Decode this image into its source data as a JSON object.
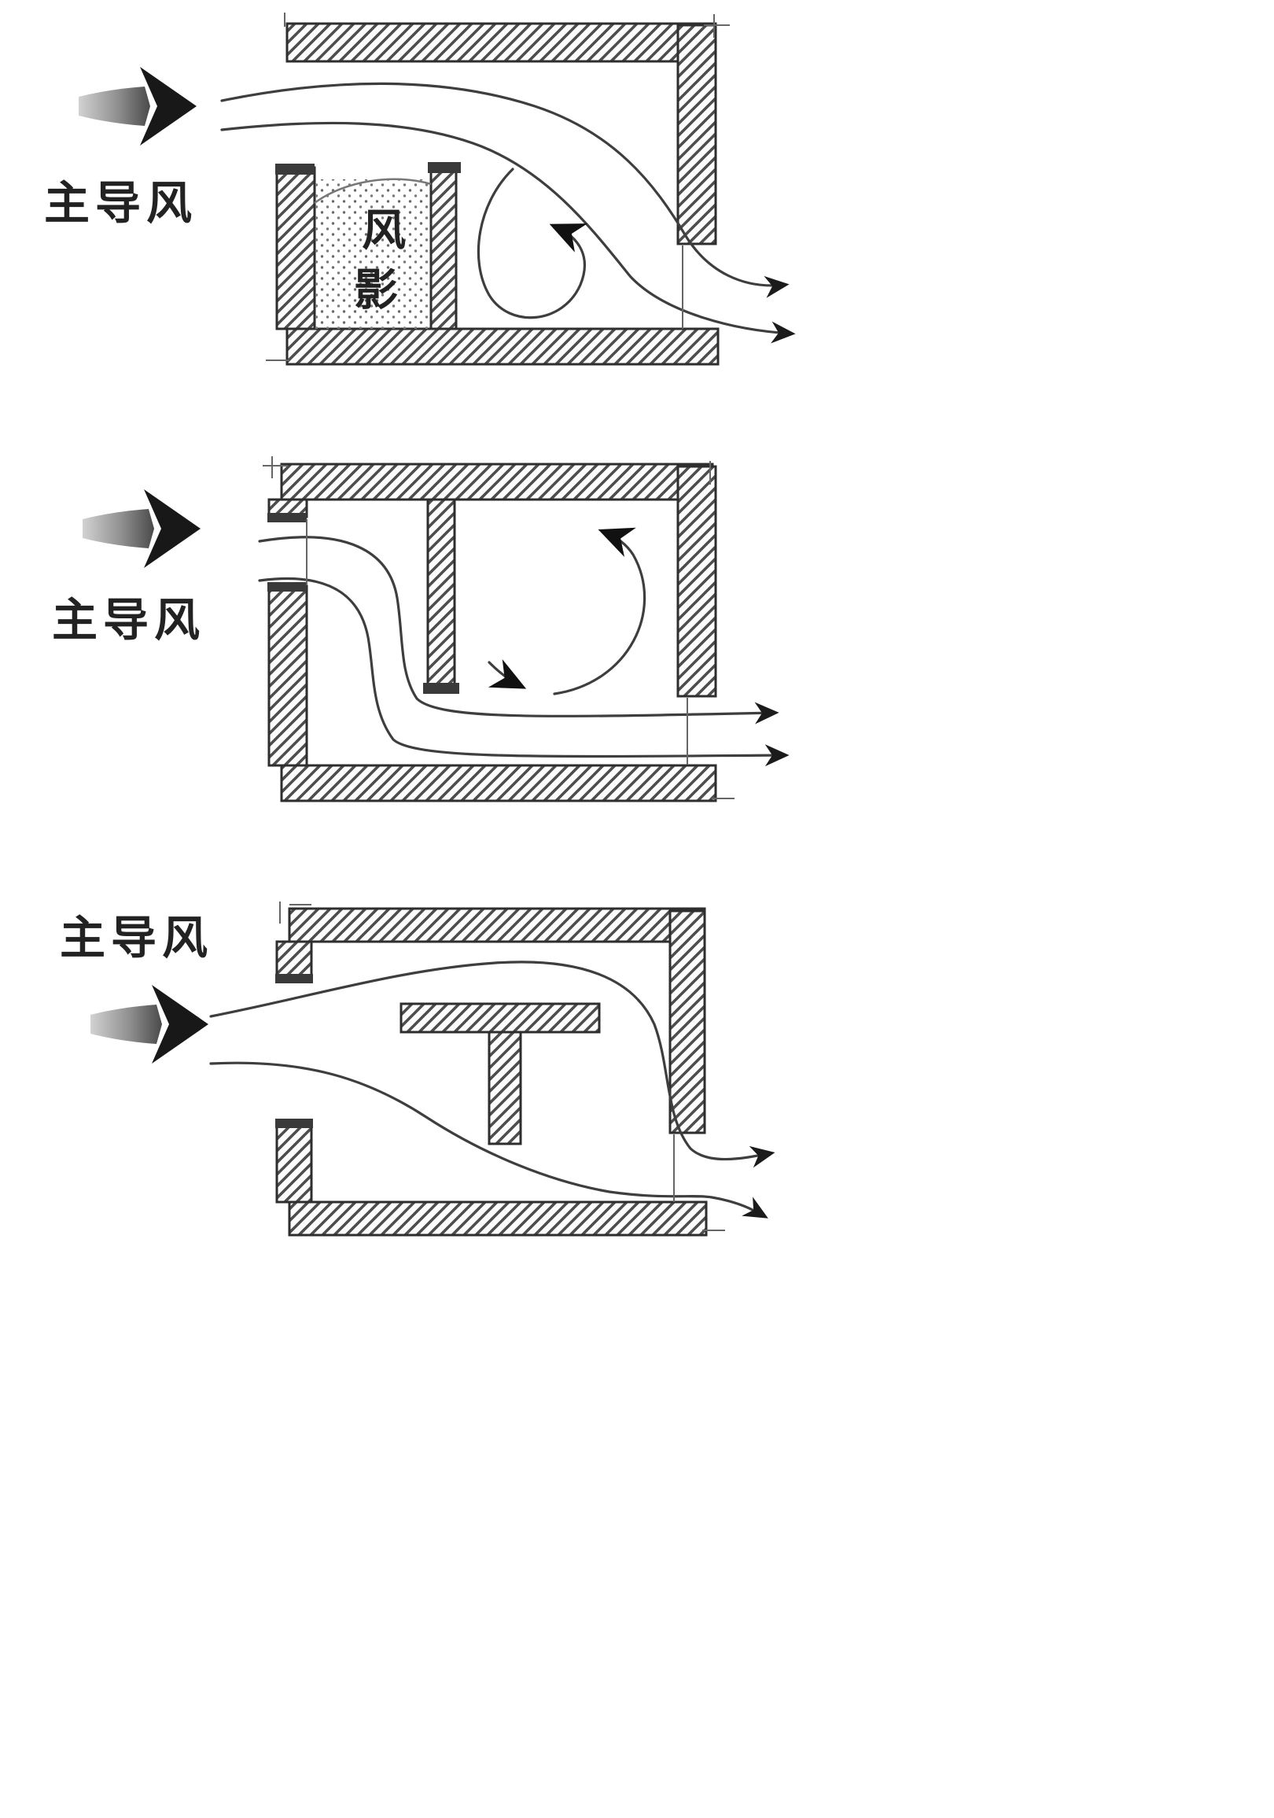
{
  "figure": {
    "background_color": "#ffffff",
    "ink_color": "#333333",
    "hatch_color": "#4d4d4d",
    "stipple_color": "#6a6a6a",
    "panels": [
      {
        "id": "room-with-partition-near-inlet",
        "wind_label": "主导风",
        "shadow_label": "风影",
        "shadow_label_chars": [
          "风",
          "影"
        ]
      },
      {
        "id": "room-with-hanging-partition",
        "wind_label": "主导风"
      },
      {
        "id": "room-with-t-shaped-partition",
        "wind_label": "主导风"
      }
    ],
    "icons": {
      "dominant_wind_arrow": "thick-right-arrow",
      "flow_arrowhead": "small-solid-arrowhead"
    }
  }
}
